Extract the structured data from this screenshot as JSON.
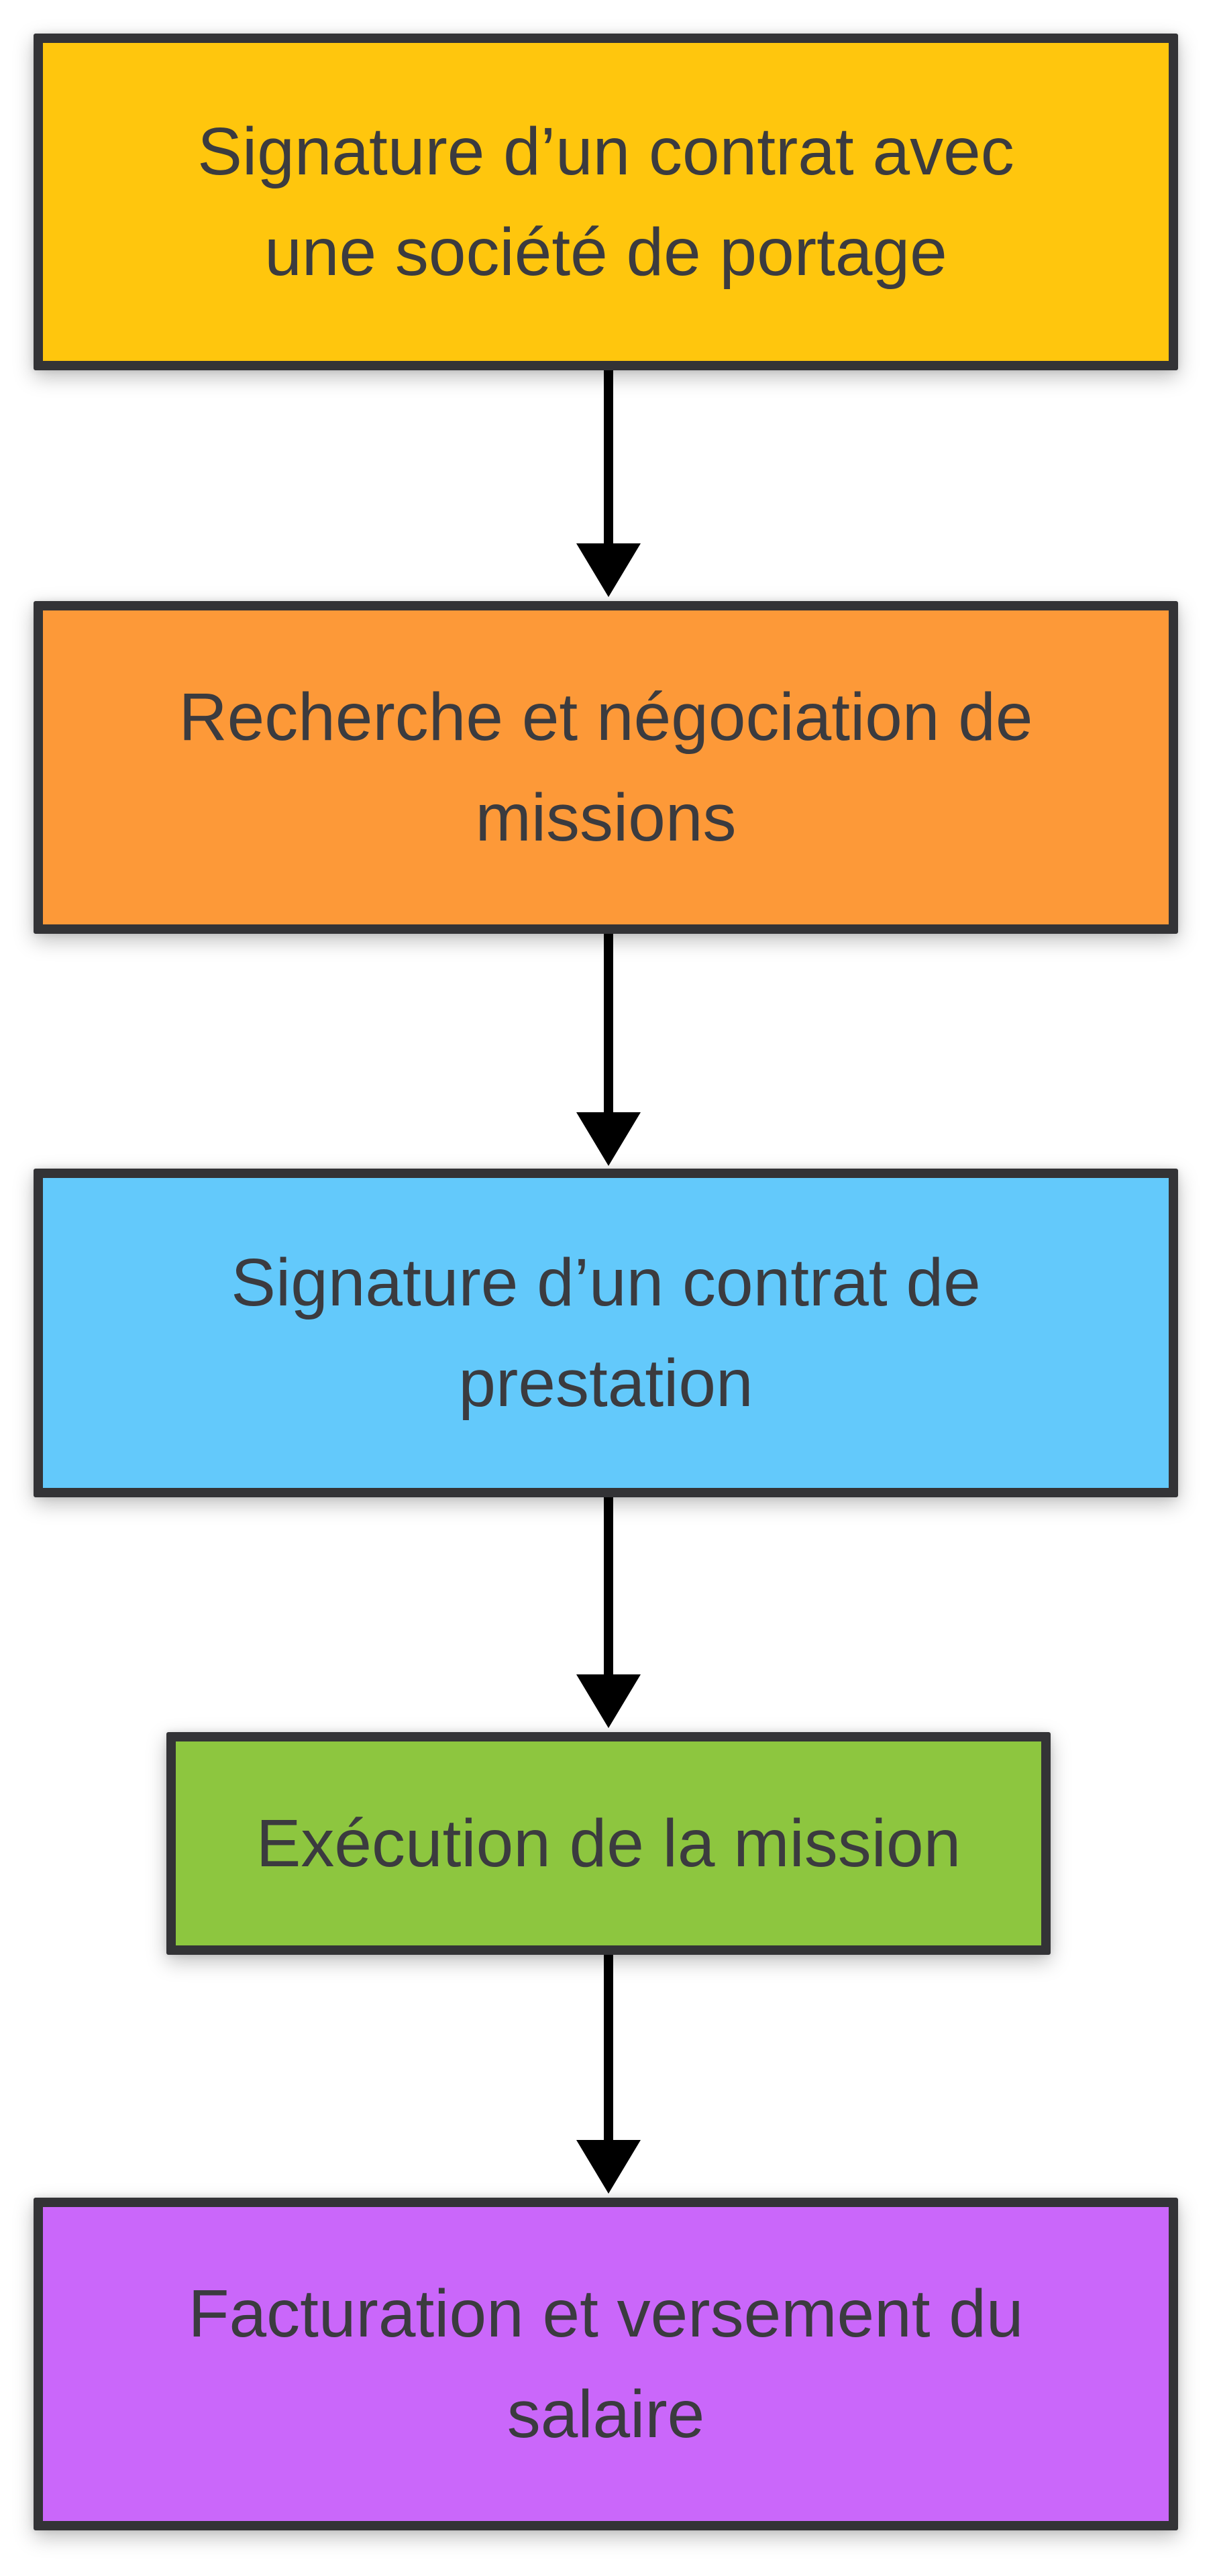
{
  "flowchart": {
    "background_color": "#FFFFFF",
    "border_color": "#333336",
    "text_color": "#3B3B3F",
    "connector_color": "#000000",
    "steps": [
      {
        "label": "Signature d’un contrat avec une société de portage",
        "lines": [
          "Signature d’un contrat avec",
          "une société de portage"
        ],
        "color": "#FFC60D"
      },
      {
        "label": "Recherche et négociation de missions",
        "lines": [
          "Recherche et négociation de",
          "missions"
        ],
        "color": "#FD9938"
      },
      {
        "label": "Signature d’un contrat de prestation",
        "lines": [
          "Signature d’un contrat de",
          "prestation"
        ],
        "color": "#63C9FB"
      },
      {
        "label": "Exécution de la mission",
        "lines": [
          "Exécution de la mission"
        ],
        "color": "#8DC63F"
      },
      {
        "label": "Facturation et versement du salaire",
        "lines": [
          "Facturation et versement du",
          "salaire"
        ],
        "color": "#CA67FA"
      }
    ]
  }
}
